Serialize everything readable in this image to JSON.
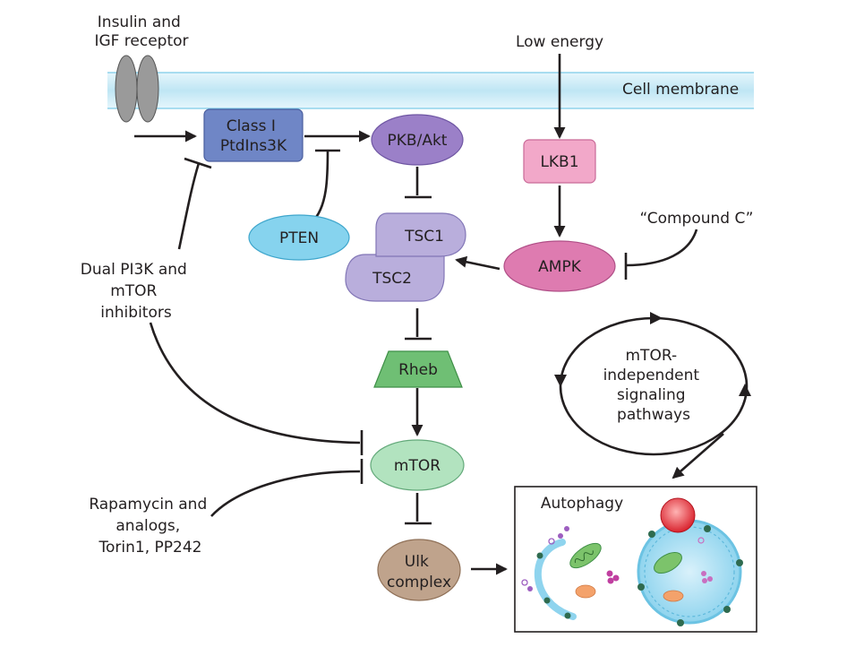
{
  "labels": {
    "receptor": [
      "Insulin and",
      "IGF receptor"
    ],
    "low_energy": "Low energy",
    "membrane": "Cell membrane",
    "compound_c": "“Compound C”",
    "dual_inhibitors": [
      "Dual PI3K and",
      "mTOR",
      "inhibitors"
    ],
    "rapamycin": [
      "Rapamycin and",
      "analogs,",
      "Torin1, PP242"
    ],
    "mtor_independent": [
      "mTOR-",
      "independent",
      "signaling",
      "pathways"
    ],
    "autophagy": "Autophagy"
  },
  "nodes": {
    "pi3k": [
      "Class I",
      "PtdIns3K"
    ],
    "akt": "PKB/Akt",
    "lkb1": "LKB1",
    "pten": "PTEN",
    "tsc1": "TSC1",
    "tsc2": "TSC2",
    "ampk": "AMPK",
    "rheb": "Rheb",
    "mtor": "mTOR",
    "ulk": [
      "Ulk",
      "complex"
    ]
  },
  "colors": {
    "pi3k": "#6f86c6",
    "akt": "#9b80c8",
    "lkb1": "#f2a8c9",
    "pten": "#86d3ee",
    "tsc": "#b9aedc",
    "ampk": "#de7bb0",
    "rheb": "#6fbf74",
    "mtor": "#b2e3bf",
    "ulk": "#bfa38c",
    "membrane": "#bfe6f4"
  }
}
